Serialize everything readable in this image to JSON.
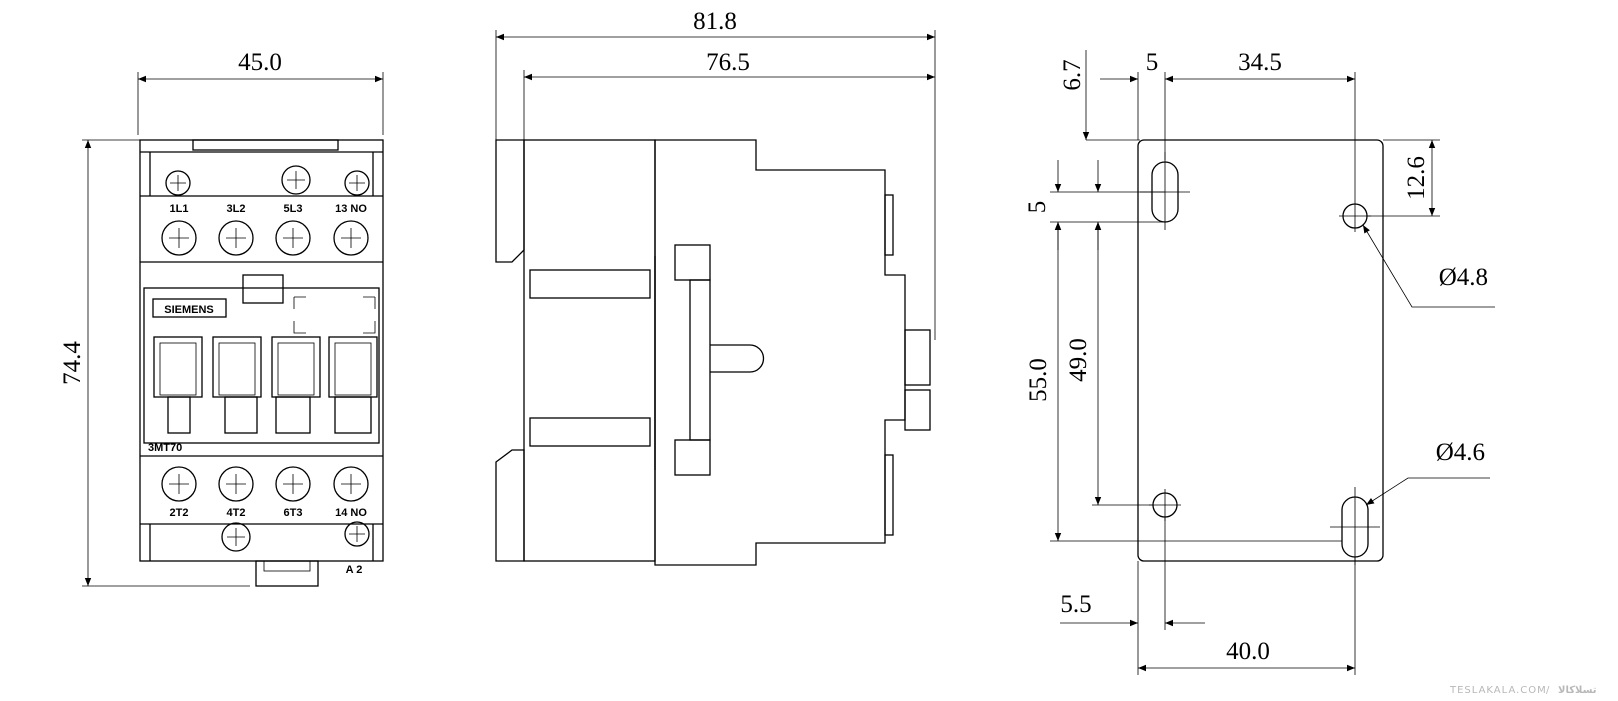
{
  "front_view": {
    "width_dim": "45.0",
    "height_dim": "74.4",
    "top_terminals": [
      "1L1",
      "3L2",
      "5L3",
      "13 NO"
    ],
    "bottom_terminals": [
      "2T2",
      "4T2",
      "6T3",
      "14 NO"
    ],
    "brand": "SIEMENS",
    "model": "3MT70",
    "coil_label": "A 2"
  },
  "side_view": {
    "overall_depth_dim": "81.8",
    "body_depth_dim": "76.5"
  },
  "mounting_view": {
    "dims": {
      "top_offset": "6.7",
      "left_hole_x": "5",
      "hole_spacing_top": "34.5",
      "slot_height": "5",
      "right_hole_y": "12.6",
      "vert_outer": "55.0",
      "vert_inner": "49.0",
      "hole_dia_large": "Ø4.8",
      "hole_dia_small": "Ø4.6",
      "left_edge": "5.5",
      "bottom_span": "40.0"
    }
  },
  "watermark": {
    "latin": "TESLAKALA.COM",
    "separator": "/",
    "persian": "تسلاکالا"
  }
}
